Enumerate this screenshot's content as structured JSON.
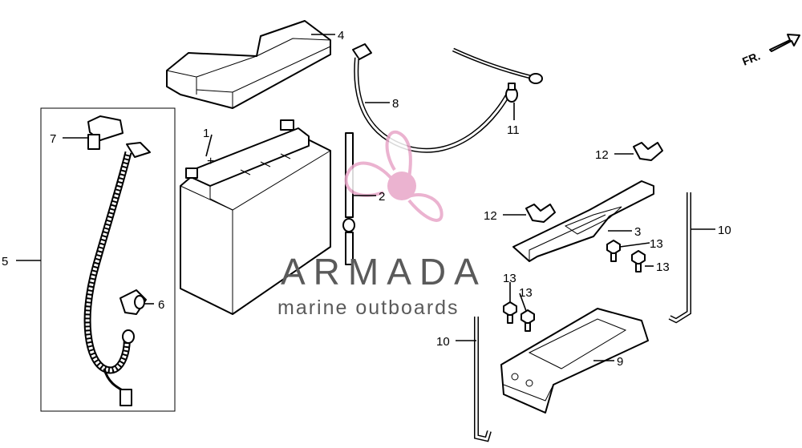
{
  "diagram": {
    "callouts": [
      "1",
      "2",
      "3",
      "4",
      "5",
      "6",
      "7",
      "8",
      "9",
      "10",
      "10",
      "11",
      "12",
      "12",
      "13",
      "13",
      "13",
      "13"
    ],
    "direction_label": "FR."
  },
  "watermark": {
    "title": "ARMADA",
    "subtitle": "marine outboards",
    "accent_color": "#e8a6c8"
  }
}
